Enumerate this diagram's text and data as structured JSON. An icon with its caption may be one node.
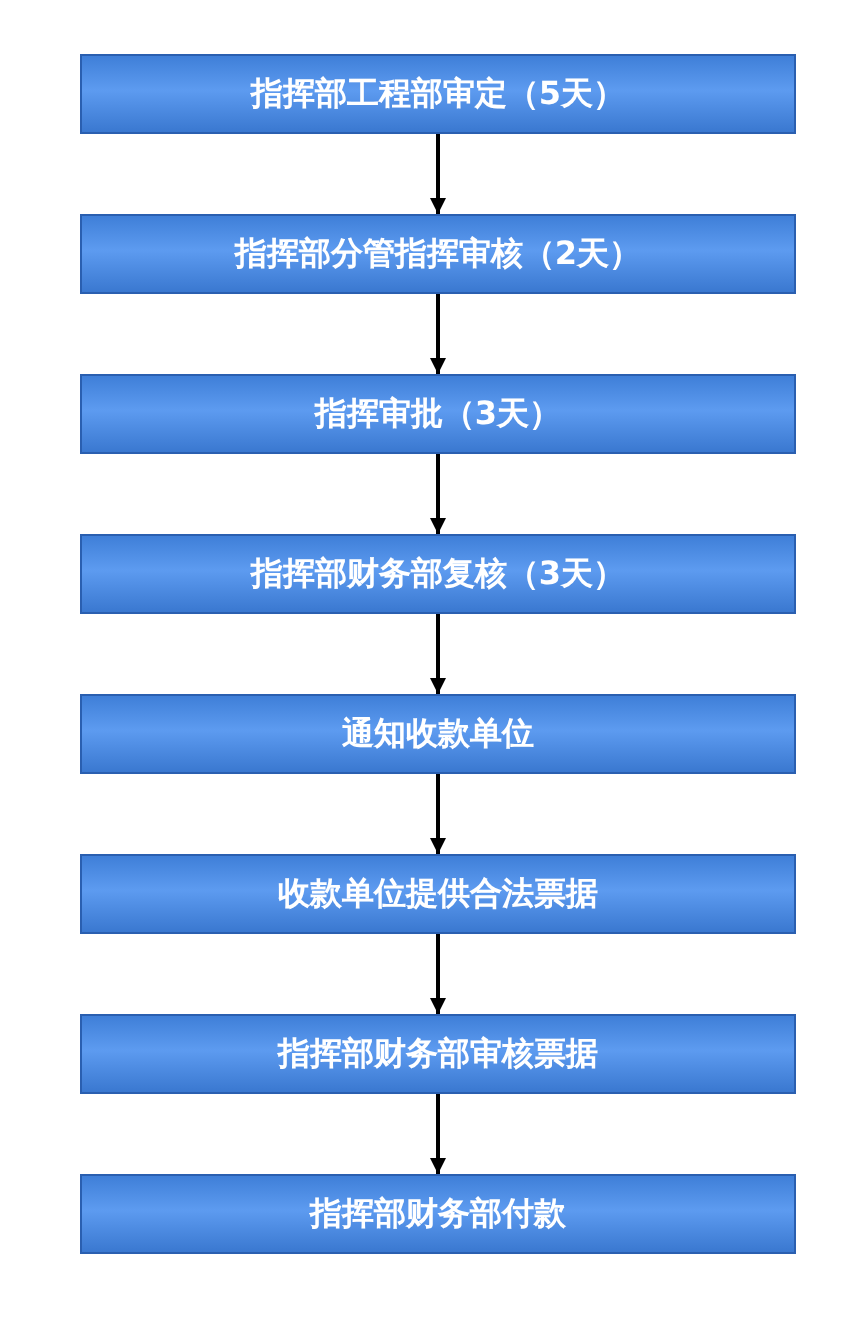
{
  "diagram": {
    "nodes": [
      {
        "text": [
          "指挥部工程部审定（5天）"
        ]
      },
      {
        "text": [
          "指挥部分管指挥审核（2天）"
        ]
      },
      {
        "text": [
          "指挥审批（3天）"
        ]
      },
      {
        "text": [
          "指挥部财务部复核（3天）"
        ]
      },
      {
        "text": [
          "通知收款单位"
        ]
      },
      {
        "text": [
          "收款单位提供合法票据"
        ]
      },
      {
        "text": [
          "指挥部财务部审核票据"
        ]
      },
      {
        "text": [
          "指挥部财务部付款"
        ]
      }
    ],
    "edges": [
      {
        "from": 0,
        "to": 1,
        "arrow": "to"
      },
      {
        "from": 1,
        "to": 2,
        "arrow": "to"
      },
      {
        "from": 2,
        "to": 3,
        "arrow": "to"
      },
      {
        "from": 3,
        "to": 4,
        "arrow": "to"
      },
      {
        "from": 4,
        "to": 5,
        "arrow": "to"
      },
      {
        "from": 5,
        "to": 6,
        "arrow": "to"
      },
      {
        "from": 6,
        "to": 7,
        "arrow": "to"
      }
    ]
  }
}
